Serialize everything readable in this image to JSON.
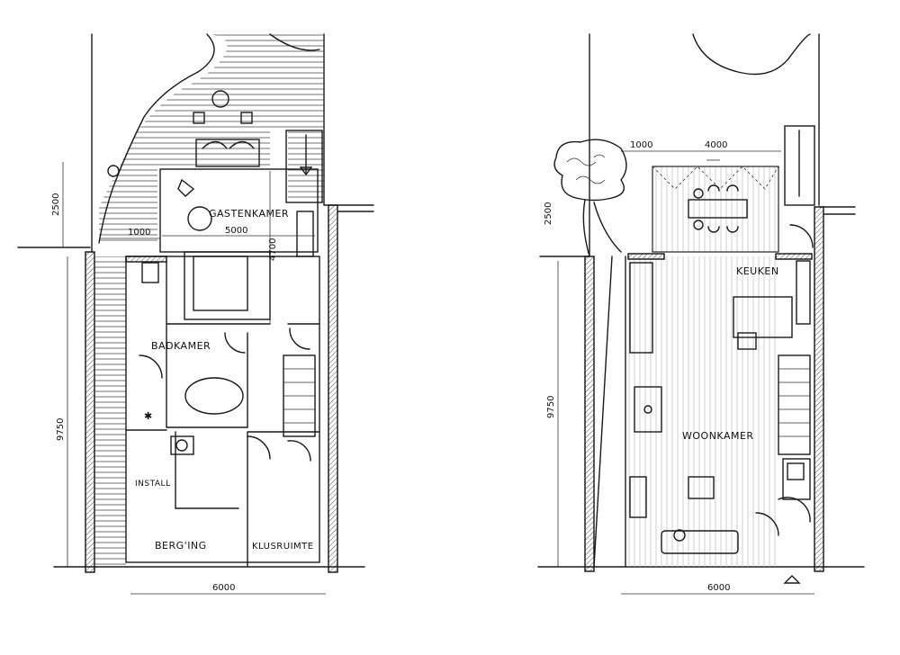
{
  "left_plan": {
    "rooms": {
      "guest_room": "GASTENKAMER",
      "bathroom": "BADKAMER",
      "install": "INSTALL",
      "storage": "BERG'ING",
      "workshop": "KLUSRUIMTE"
    },
    "dimensions": {
      "garden_offset": "1000",
      "guest_width": "5000",
      "guest_depth": "4700",
      "garden_depth": "2500",
      "house_depth": "9750",
      "house_width": "6000"
    }
  },
  "right_plan": {
    "rooms": {
      "kitchen": "KEUKEN",
      "living_room": "WOONKAMER"
    },
    "dimensions": {
      "offset": "1000",
      "terrace_width": "4000",
      "garden_depth": "2500",
      "house_depth": "9750",
      "house_width": "6000"
    }
  }
}
